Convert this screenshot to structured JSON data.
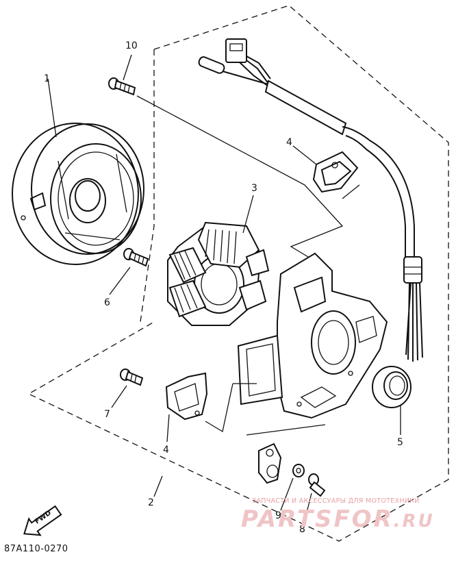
{
  "callouts": {
    "c1": "1",
    "c2": "2",
    "c3": "3",
    "c4a": "4",
    "c4b": "4",
    "c5": "5",
    "c6": "6",
    "c7": "7",
    "c8": "8",
    "c9": "9",
    "c10": "10"
  },
  "fwd_label": "FWD",
  "diagram_code": "87A110-0270",
  "watermark": {
    "caption": "ЗАПЧАСТИ И АКСЕССУАРЫ ДЛЯ МОТОТЕХНИКИ",
    "brand": "PARTSFOR",
    "tld": ".RU"
  }
}
